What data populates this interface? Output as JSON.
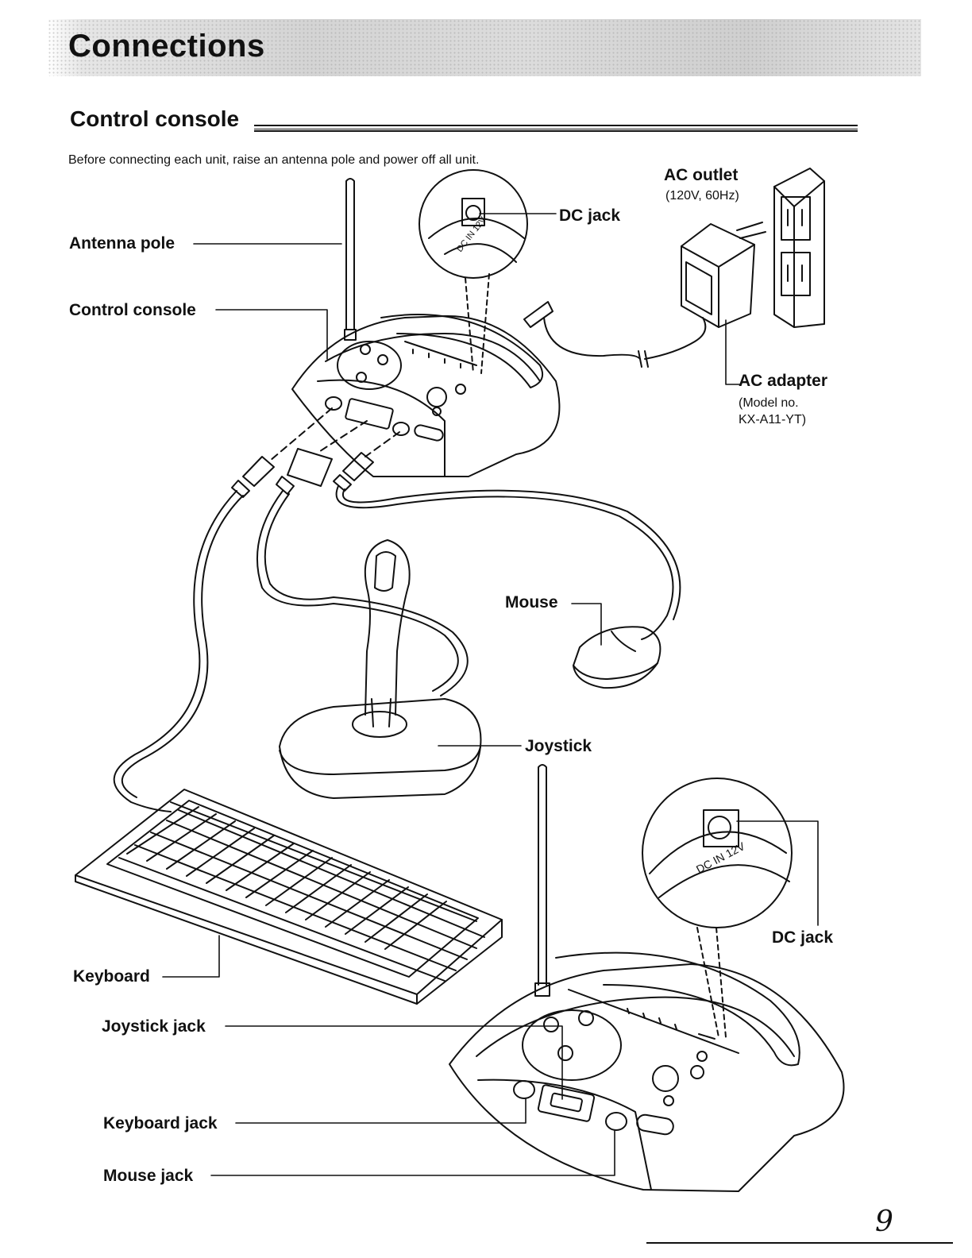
{
  "header": {
    "title": "Connections"
  },
  "section": {
    "title": "Control console",
    "instruction": "Before connecting each unit, raise an antenna pole and power off all unit."
  },
  "labels": {
    "ac_outlet": "AC outlet",
    "ac_outlet_spec": "(120V, 60Hz)",
    "dc_jack_top": "DC jack",
    "antenna_pole": "Antenna pole",
    "control_console": "Control console",
    "ac_adapter": "AC adapter",
    "ac_adapter_model_line1": "(Model no.",
    "ac_adapter_model_line2": "KX-A11-YT)",
    "mouse": "Mouse",
    "joystick": "Joystick",
    "dc_jack_bottom": "DC jack",
    "keyboard": "Keyboard",
    "joystick_jack": "Joystick jack",
    "keyboard_jack": "Keyboard jack",
    "mouse_jack": "Mouse jack"
  },
  "jack_print": "DC IN 12V",
  "page_number": "9"
}
